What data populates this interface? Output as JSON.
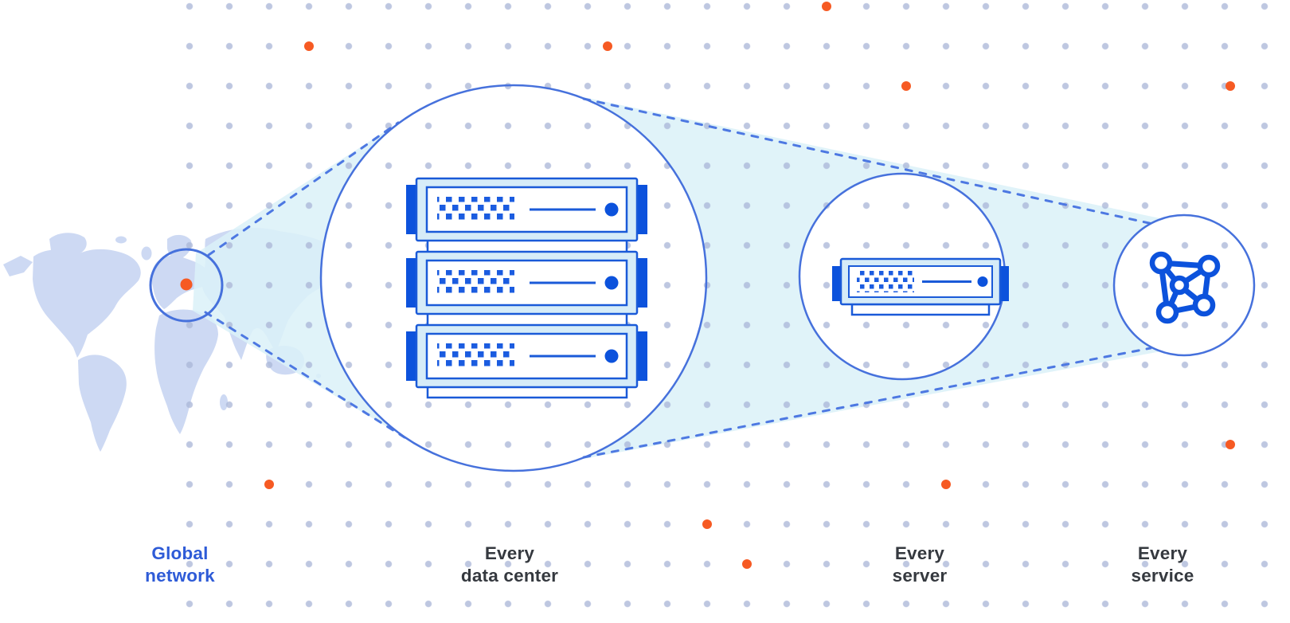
{
  "figure": {
    "type": "network-funnel-diagram",
    "theme_colors": {
      "accent_blue": "#2e5bd7",
      "circle_stroke_blue": "#4671dc",
      "deep_blue": "#0c52dc",
      "outline_blue": "#1a5ad8",
      "server_fill_light": "#d6ecf8",
      "beam_fill": "#e7f4f9",
      "map_fill": "#cdd9f3",
      "grid_dot_gray": "#c7cfe7",
      "grid_dot_orange": "#f65a23",
      "label_dark": "#35393f"
    },
    "stages": [
      {
        "id": "global-network",
        "icon": "world-map-location-marker",
        "line1": "Global",
        "line2": "network"
      },
      {
        "id": "data-center",
        "icon": "server-rack",
        "line1": "Every",
        "line2": "data center",
        "server_units": 3
      },
      {
        "id": "server",
        "icon": "server-unit",
        "line1": "Every",
        "line2": "server",
        "server_units": 1
      },
      {
        "id": "service",
        "icon": "network-mesh",
        "line1": "Every",
        "line2": "service"
      }
    ]
  }
}
